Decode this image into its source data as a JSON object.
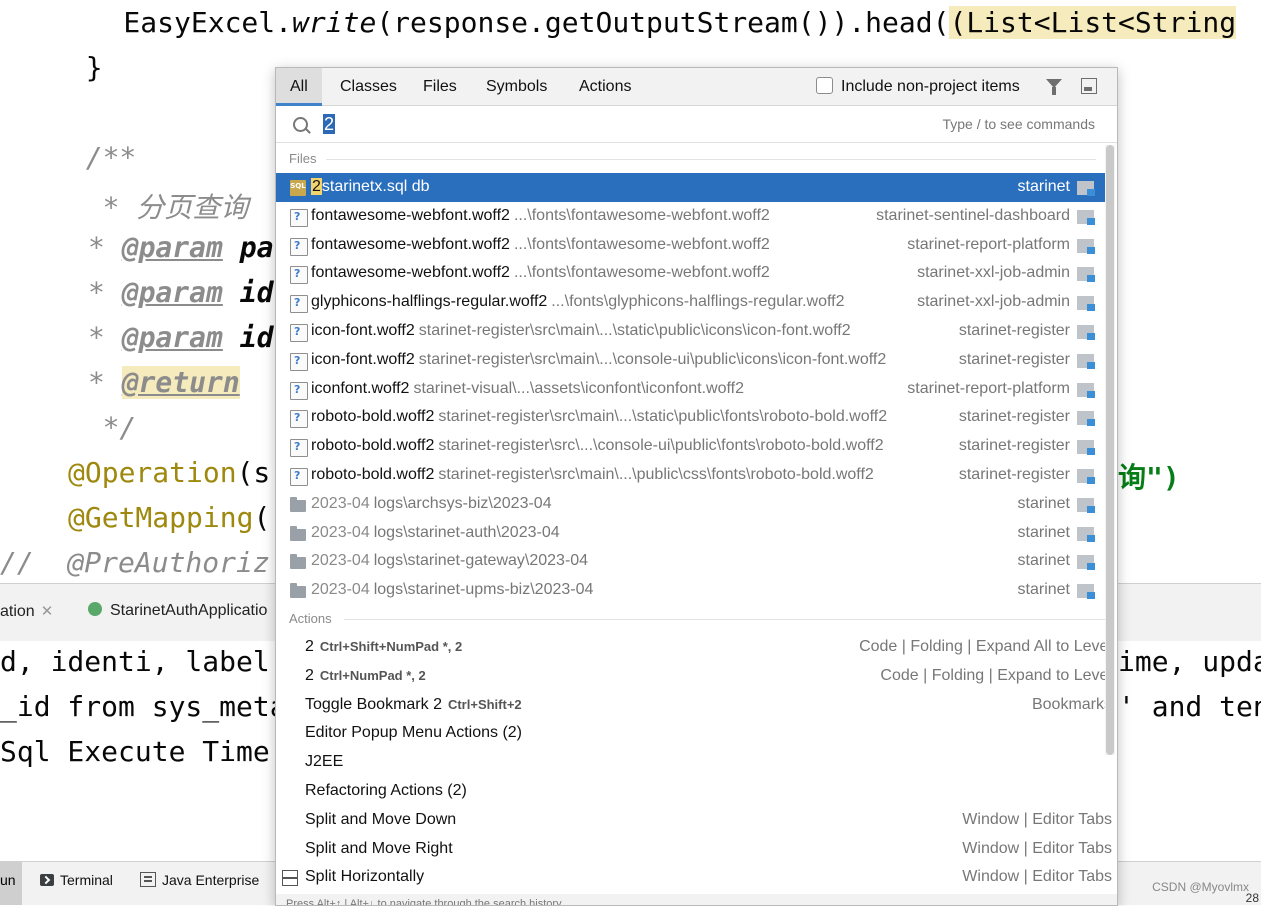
{
  "editor": {
    "lines": [
      {
        "pre": "    EasyExcel.",
        "method": "write",
        "mid": "(response.getOutputStream()).head(",
        "hl": "(List<List<String"
      },
      {
        "text": "  }"
      },
      {
        "text": "  /**"
      },
      {
        "text": "   * 分页查询"
      },
      {
        "tag": "@param",
        "rest": " pa"
      },
      {
        "tag": "@param",
        "rest": " id"
      },
      {
        "tag": "@param",
        "rest": " id"
      },
      {
        "tag": "@return"
      },
      {
        "text": "   */"
      },
      {
        "anno": "@Operation",
        "rest": "(s",
        "tail": "询\")"
      },
      {
        "anno": "@GetMapping",
        "rest": "("
      },
      {
        "comment": "//  @PreAuthoriz"
      }
    ]
  },
  "toolwindow": {
    "tab1": "ation",
    "tab2": "StarinetAuthApplicatio"
  },
  "console": {
    "line1": "d, identi, label,",
    "line1_tail": "ime, upda",
    "line2": "_id from sys_meta",
    "line2_tail": "' and ten",
    "line3": "Sql Execute Time:"
  },
  "bottombar": {
    "run": "un",
    "terminal": "Terminal",
    "java_enterprise": "Java Enterprise",
    "watermark": "CSDN @Myovlmx",
    "pos": "28"
  },
  "popup": {
    "tabs": [
      "All",
      "Classes",
      "Files",
      "Symbols",
      "Actions"
    ],
    "active_tab": "All",
    "include_label": "Include non-project items",
    "search": {
      "value": "2",
      "hint": "Type / to see commands"
    },
    "files_title": "Files",
    "actions_title": "Actions",
    "files": [
      {
        "icon": "sql",
        "match": "2",
        "name": "starinetx.sql db",
        "path": "",
        "project": "starinet",
        "selected": true
      },
      {
        "icon": "woff",
        "name": "fontawesome-webfont.woff2",
        "path": "...\\fonts\\fontawesome-webfont.woff2",
        "project": "starinet-sentinel-dashboard"
      },
      {
        "icon": "woff",
        "name": "fontawesome-webfont.woff2",
        "path": "...\\fonts\\fontawesome-webfont.woff2",
        "project": "starinet-report-platform"
      },
      {
        "icon": "woff",
        "name": "fontawesome-webfont.woff2",
        "path": "...\\fonts\\fontawesome-webfont.woff2",
        "project": "starinet-xxl-job-admin"
      },
      {
        "icon": "woff",
        "name": "glyphicons-halflings-regular.woff2",
        "path": "...\\fonts\\glyphicons-halflings-regular.woff2",
        "project": "starinet-xxl-job-admin"
      },
      {
        "icon": "woff",
        "name": "icon-font.woff2",
        "path": "starinet-register\\src\\main\\...\\static\\public\\icons\\icon-font.woff2",
        "project": "starinet-register"
      },
      {
        "icon": "woff",
        "name": "icon-font.woff2",
        "path": "starinet-register\\src\\main\\...\\console-ui\\public\\icons\\icon-font.woff2",
        "project": "starinet-register"
      },
      {
        "icon": "woff",
        "name": "iconfont.woff2",
        "path": "starinet-visual\\...\\assets\\iconfont\\iconfont.woff2",
        "project": "starinet-report-platform"
      },
      {
        "icon": "woff",
        "name": "roboto-bold.woff2",
        "path": "starinet-register\\src\\main\\...\\static\\public\\fonts\\roboto-bold.woff2",
        "project": "starinet-register"
      },
      {
        "icon": "woff",
        "name": "roboto-bold.woff2",
        "path": "starinet-register\\src\\...\\console-ui\\public\\fonts\\roboto-bold.woff2",
        "project": "starinet-register"
      },
      {
        "icon": "woff",
        "name": "roboto-bold.woff2",
        "path": "starinet-register\\src\\main\\...\\public\\css\\fonts\\roboto-bold.woff2",
        "project": "starinet-register"
      },
      {
        "icon": "folder",
        "name": "2023-04",
        "path": "logs\\archsys-biz\\2023-04",
        "project": "starinet",
        "dim": true
      },
      {
        "icon": "folder",
        "name": "2023-04",
        "path": "logs\\starinet-auth\\2023-04",
        "project": "starinet",
        "dim": true
      },
      {
        "icon": "folder",
        "name": "2023-04",
        "path": "logs\\starinet-gateway\\2023-04",
        "project": "starinet",
        "dim": true
      },
      {
        "icon": "folder",
        "name": "2023-04",
        "path": "logs\\starinet-upms-biz\\2023-04",
        "project": "starinet",
        "dim": true
      }
    ],
    "actions": [
      {
        "name": "2",
        "shortcut": "Ctrl+Shift+NumPad *, 2",
        "category": "Code | Folding | Expand All to Level"
      },
      {
        "name": "2",
        "shortcut": "Ctrl+NumPad *, 2",
        "category": "Code | Folding | Expand to Level"
      },
      {
        "name": "Toggle Bookmark 2",
        "shortcut": "Ctrl+Shift+2",
        "category": "Bookmarks"
      },
      {
        "name": "Editor Popup Menu Actions (2)",
        "shortcut": "",
        "category": ""
      },
      {
        "name": "J2EE",
        "shortcut": "",
        "category": ""
      },
      {
        "name": "Refactoring Actions (2)",
        "shortcut": "",
        "category": ""
      },
      {
        "name": "Split and Move Down",
        "shortcut": "",
        "category": "Window | Editor Tabs"
      },
      {
        "name": "Split and Move Right",
        "shortcut": "",
        "category": "Window | Editor Tabs"
      },
      {
        "name": "Split Horizontally",
        "shortcut": "",
        "category": "Window | Editor Tabs",
        "icon": "split"
      }
    ],
    "footer": "Press Alt+↑ | Alt+↓ to navigate through the search history"
  }
}
